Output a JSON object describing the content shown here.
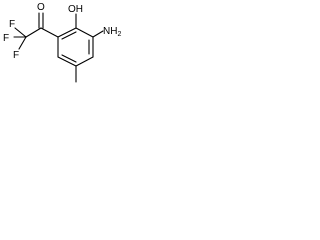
{
  "molecule": {
    "atoms": {
      "oxygen_carbonyl": "O",
      "hydroxyl": "OH",
      "amine_symbol": "NH",
      "amine_subscript": "2",
      "fluorine_top": "F",
      "fluorine_left": "F",
      "fluorine_bottom": "F"
    }
  }
}
